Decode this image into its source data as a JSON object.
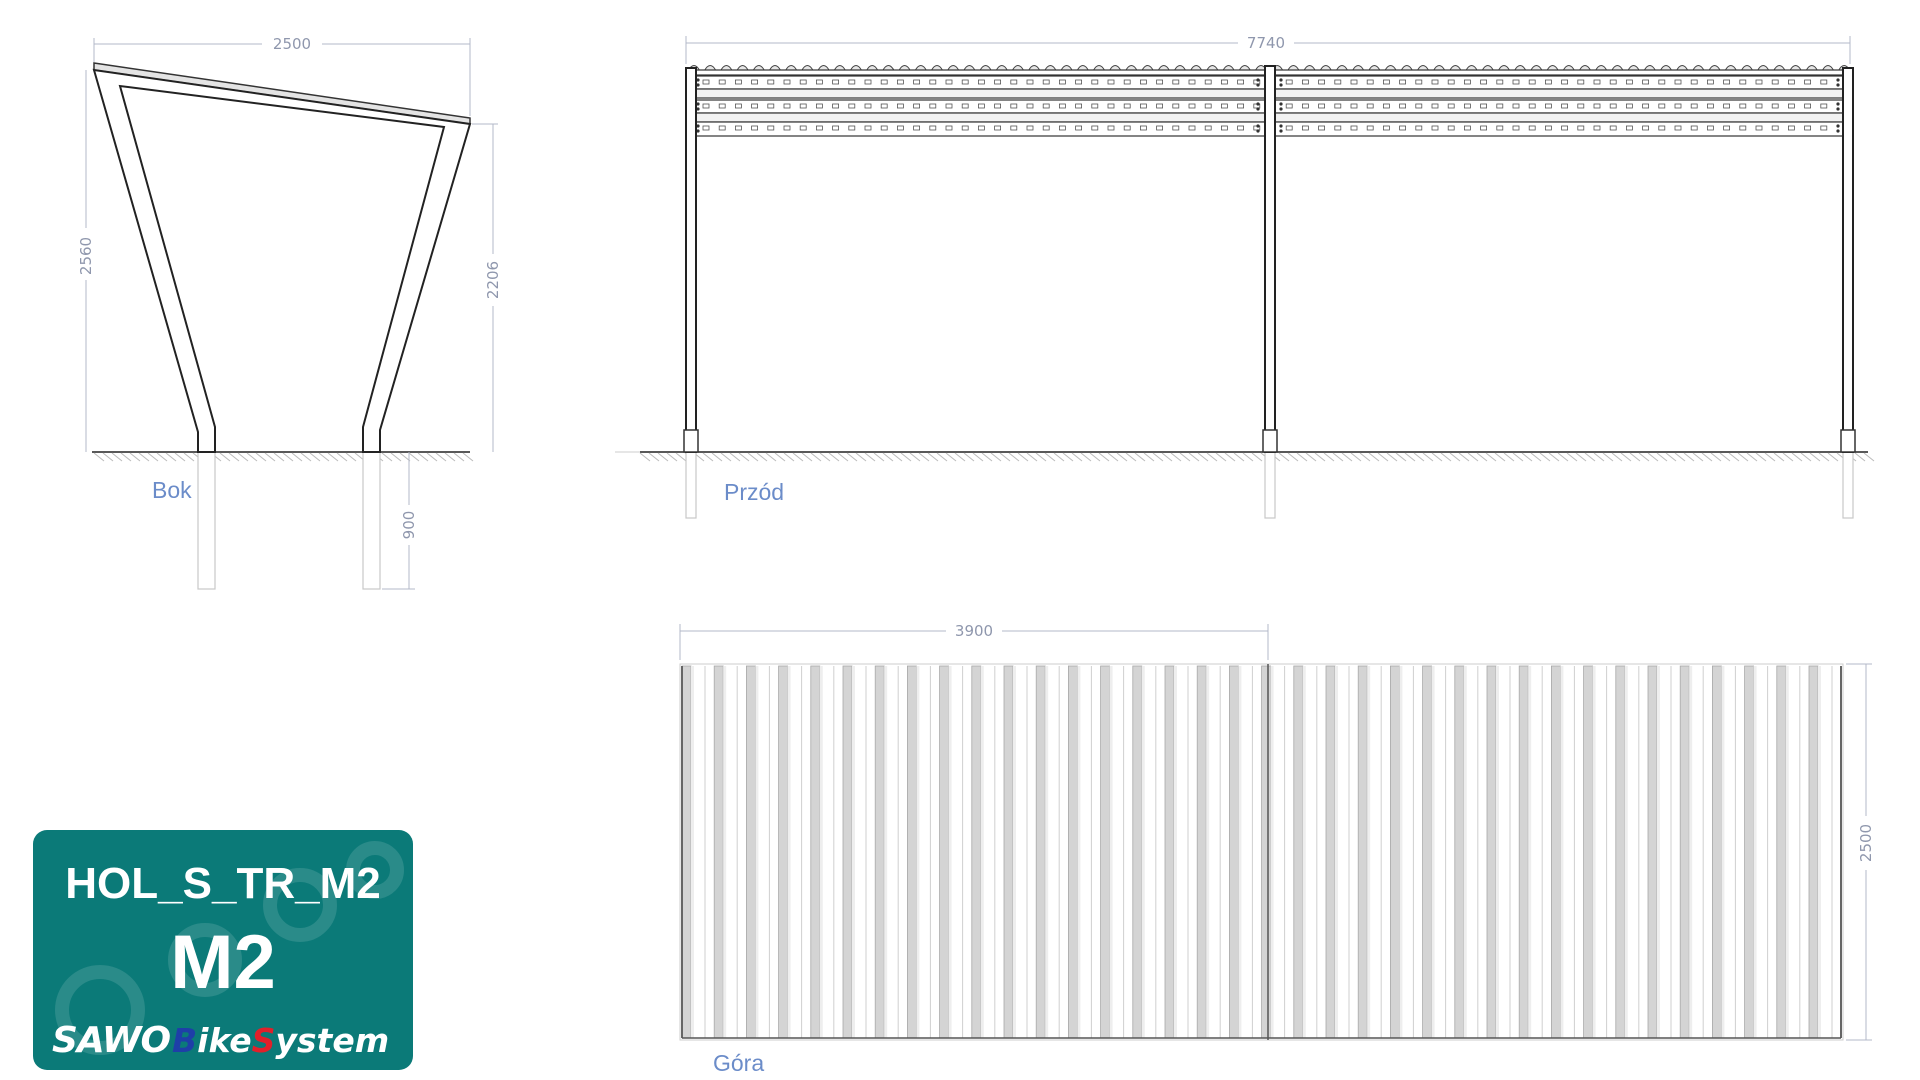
{
  "views": {
    "side": {
      "label": "Bok",
      "dim_width": "2500",
      "dim_height_left": "2560",
      "dim_height_right": "2206",
      "dim_foundation": "900"
    },
    "front": {
      "label": "Przód",
      "dim_width": "7740"
    },
    "top": {
      "label": "Góra",
      "dim_half": "3900",
      "dim_depth": "2500"
    }
  },
  "badge": {
    "code": "HOL_S_TR_M2",
    "model": "M2",
    "brand_prefix": "SAWO",
    "brand_b": "B",
    "brand_ike": "ike",
    "brand_s": "S",
    "brand_ystem": "ystem",
    "background_color": "#0b7a78",
    "brand_b_color": "#1e3fa8",
    "brand_s_color": "#e0202a"
  }
}
